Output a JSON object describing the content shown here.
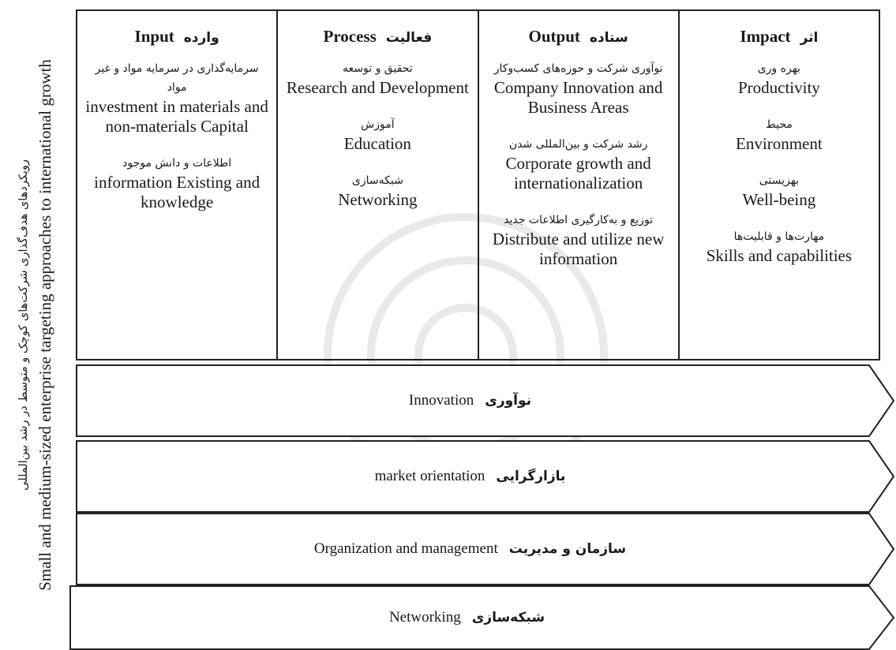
{
  "side_caption": {
    "fa": "رویکردهای هدف‌گذاری شرکت‌های کوچک و متوسط در رشد بین‌المللی",
    "en": "Small and medium-sized enterprise targeting approaches to international growth"
  },
  "columns": [
    {
      "head_en": "Input",
      "head_fa": "وارده",
      "items": [
        {
          "fa": "سرمایه‌گذاری در سرمایه مواد و غیر مواد",
          "en": "investment in materials and non-materials Capital"
        },
        {
          "fa": "اطلاعات و دانش موجود",
          "en": "information Existing and knowledge"
        }
      ]
    },
    {
      "head_en": "Process",
      "head_fa": "فعالیت",
      "items": [
        {
          "fa": "تحقیق و توسعه",
          "en": "Research and Development"
        },
        {
          "fa": "آموزش",
          "en": "Education"
        },
        {
          "fa": "شبکه‌سازی",
          "en": "Networking"
        }
      ]
    },
    {
      "head_en": "Output",
      "head_fa": "ستاده",
      "items": [
        {
          "fa": "نوآوری شرکت و حوزه‌های کسب‌وکار",
          "en": "Company Innovation and Business Areas"
        },
        {
          "fa": "رشد شرکت و بین‌المللی شدن",
          "en": "Corporate growth and internationalization"
        },
        {
          "fa": "توزیع و به‌کارگیری اطلاعات جدید",
          "en": "Distribute and utilize new information"
        }
      ]
    },
    {
      "head_en": "Impact",
      "head_fa": "اثر",
      "items": [
        {
          "fa": "بهره وری",
          "en": "Productivity"
        },
        {
          "fa": "محیط",
          "en": "Environment"
        },
        {
          "fa": "بهزیستی",
          "en": "Well-being"
        },
        {
          "fa": "مهارت‌ها و قابلیت‌ها",
          "en": "Skills and capabilities"
        }
      ]
    }
  ],
  "bands": [
    {
      "en": "Innovation",
      "fa": "نوآوری"
    },
    {
      "en": "market orientation",
      "fa": "بازارگرایی"
    },
    {
      "en": "Organization and management",
      "fa": "سازمان و مدیریت"
    },
    {
      "en": "Networking",
      "fa": "شبکه‌سازی"
    }
  ]
}
